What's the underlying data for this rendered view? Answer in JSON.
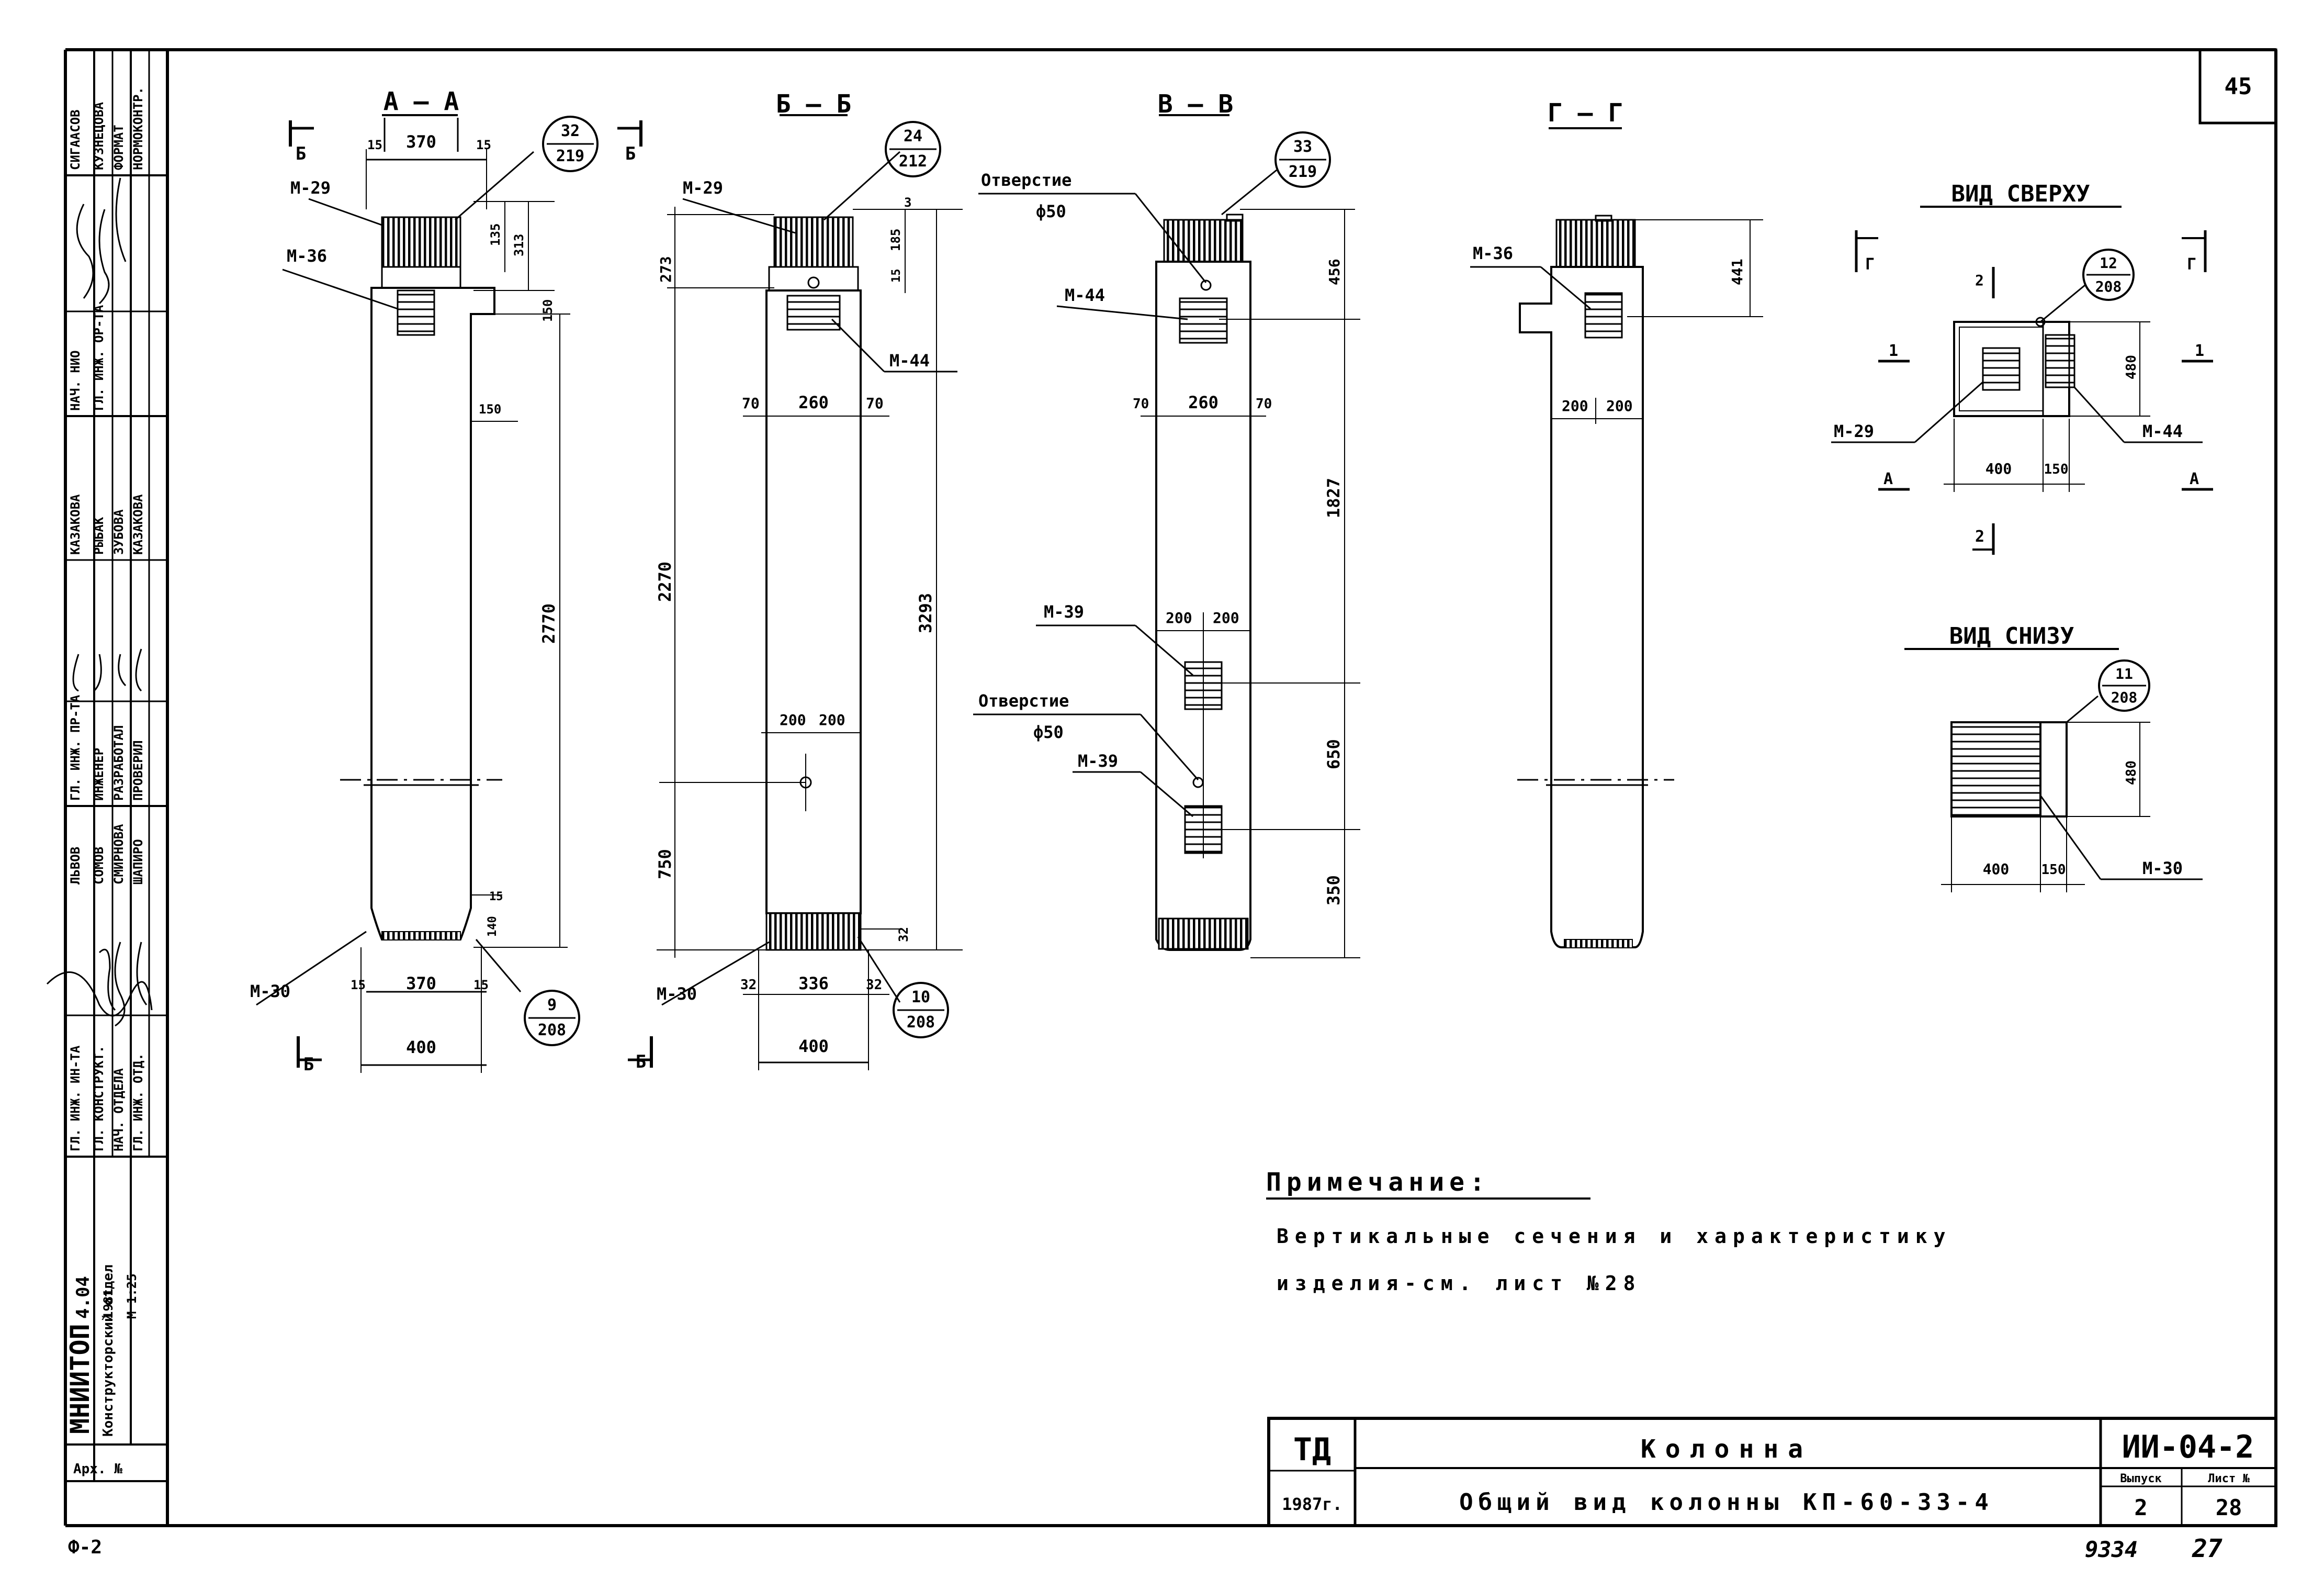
{
  "sheet": {
    "page_number": "45",
    "format": "Ф-2",
    "handwritten_number": "9334",
    "handwritten_sheet": "27"
  },
  "stamp_left": {
    "org": "МНИИТОП",
    "dept": "Конструкторский отдел",
    "code": "4.04",
    "year": "1981",
    "scale": "М 1:25",
    "arch_no": "Арх. №",
    "roles": [
      "ГЛ. ИНЖ. ИН-ТА",
      "ГЛ. КОНСТРУКТ.",
      "НАЧ. ОТДЕЛА",
      "ГЛ. ИНЖ. ОТД.",
      "ГЛ. ИНЖ. ПР-ТА",
      "ИНЖЕНЕР",
      "РАЗРАБОТАЛ",
      "ПРОВЕРИЛ",
      "НАЧ. НИО",
      "ГЛ. ИНЖ. ОР-ТА"
    ],
    "names": [
      "ЛЬВОВ",
      "СОМОВ",
      "СМИРНОВА",
      "ШАПИРО",
      "КАЗАКОВА",
      "РЫБАК",
      "ЗУБОВА",
      "КАЗАКОВА",
      "СИГААСОВ",
      "КУЗНЕЦОВА"
    ],
    "top_labels": [
      "ФОРМАТ",
      "НОРМОКОНТР."
    ]
  },
  "sections": [
    {
      "title": "А — А",
      "cut_left": "Б",
      "cut_right": "Б"
    },
    {
      "title": "Б — Б"
    },
    {
      "title": "В — В"
    },
    {
      "title": "Г — Г"
    }
  ],
  "view_top": {
    "title": "ВИД СВЕРХУ",
    "cut_left": "Г",
    "cut_right": "Г",
    "axis_top": "2",
    "axis_bottom": "2",
    "axis1_left": "1",
    "axis1_right": "1",
    "axisA_left": "А",
    "axisA_right": "А"
  },
  "view_bottom": {
    "title": "ВИД СНИЗУ"
  },
  "marks": {
    "m29": "М-29",
    "m36": "М-36",
    "m44": "М-44",
    "m39": "М-39",
    "m30": "М-30"
  },
  "holes": {
    "label": "Отверстие",
    "dia": "ф50"
  },
  "callouts": [
    {
      "top": "32",
      "bottom": "219"
    },
    {
      "top": "24",
      "bottom": "212"
    },
    {
      "top": "33",
      "bottom": "219"
    },
    {
      "top": "9",
      "bottom": "208"
    },
    {
      "top": "10",
      "bottom": "208"
    },
    {
      "top": "12",
      "bottom": "208"
    },
    {
      "top": "11",
      "bottom": "208"
    }
  ],
  "dims": {
    "aa": [
      "15",
      "370",
      "15",
      "135",
      "313",
      "150",
      "150",
      "2770",
      "15",
      "370",
      "15",
      "400",
      "140",
      "15"
    ],
    "bb": [
      "273",
      "185",
      "15",
      "3",
      "70",
      "260",
      "70",
      "2270",
      "3293",
      "200",
      "200",
      "750",
      "32",
      "32",
      "336",
      "32",
      "400"
    ],
    "vv": [
      "456",
      "70",
      "260",
      "70",
      "1827",
      "200",
      "200",
      "650",
      "350"
    ],
    "gg": [
      "441",
      "200",
      "200"
    ],
    "top": [
      "480",
      "400",
      "150"
    ],
    "bot": [
      "480",
      "400",
      "150"
    ]
  },
  "note": {
    "heading": "Примечание:",
    "line1": "Вертикальные сечения и характеристику",
    "line2": "изделия-см. лист №28"
  },
  "title_block": {
    "td": "ТД",
    "year": "1987г.",
    "name": "Колонна",
    "subtitle": "Общий вид колонны КП-60-33-4",
    "code": "ИИ-04-2",
    "issue_label": "Выпуск",
    "sheet_label": "Лист №",
    "issue": "2",
    "sheet": "28"
  }
}
